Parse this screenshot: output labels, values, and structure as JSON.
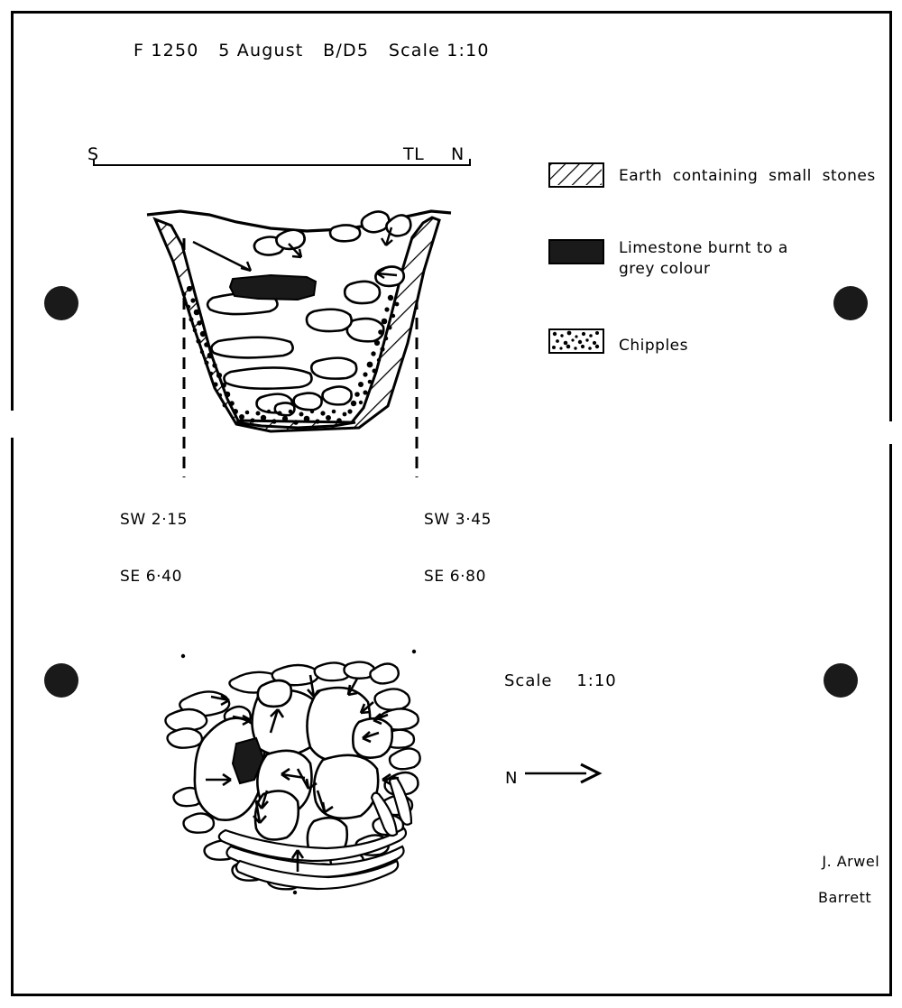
{
  "sheet": {
    "title": "F 1250   5 August   B/D5   Scale 1:10",
    "background_color": "#ffffff",
    "ink_color": "#000000"
  },
  "section": {
    "datum_labels": {
      "left": "S",
      "right_tl": "TL",
      "right_n": "N"
    },
    "coordinates": {
      "left_line1": "SW 2·15",
      "left_line2": "SE 6·40",
      "right_line1": "SW 3·45",
      "right_line2": "SE 6·80"
    }
  },
  "legend": {
    "items": [
      {
        "key": "earth",
        "swatch": "diagonal-hatch",
        "label": "Earth  containing  small  stones"
      },
      {
        "key": "limestone",
        "swatch": "solid-black",
        "label": "Limestone  burnt  to a\ngrey  colour",
        "color": "#1a1a1a"
      },
      {
        "key": "chipples",
        "swatch": "stipple-dots",
        "label": "Chipples"
      }
    ]
  },
  "plan": {
    "scale_label": "Scale    1:10",
    "north_label": "N"
  },
  "credit": {
    "line1": "J. Arwel",
    "line2": "Barrett"
  },
  "punch_holes": {
    "count": 4,
    "color": "#1a1a1a"
  }
}
